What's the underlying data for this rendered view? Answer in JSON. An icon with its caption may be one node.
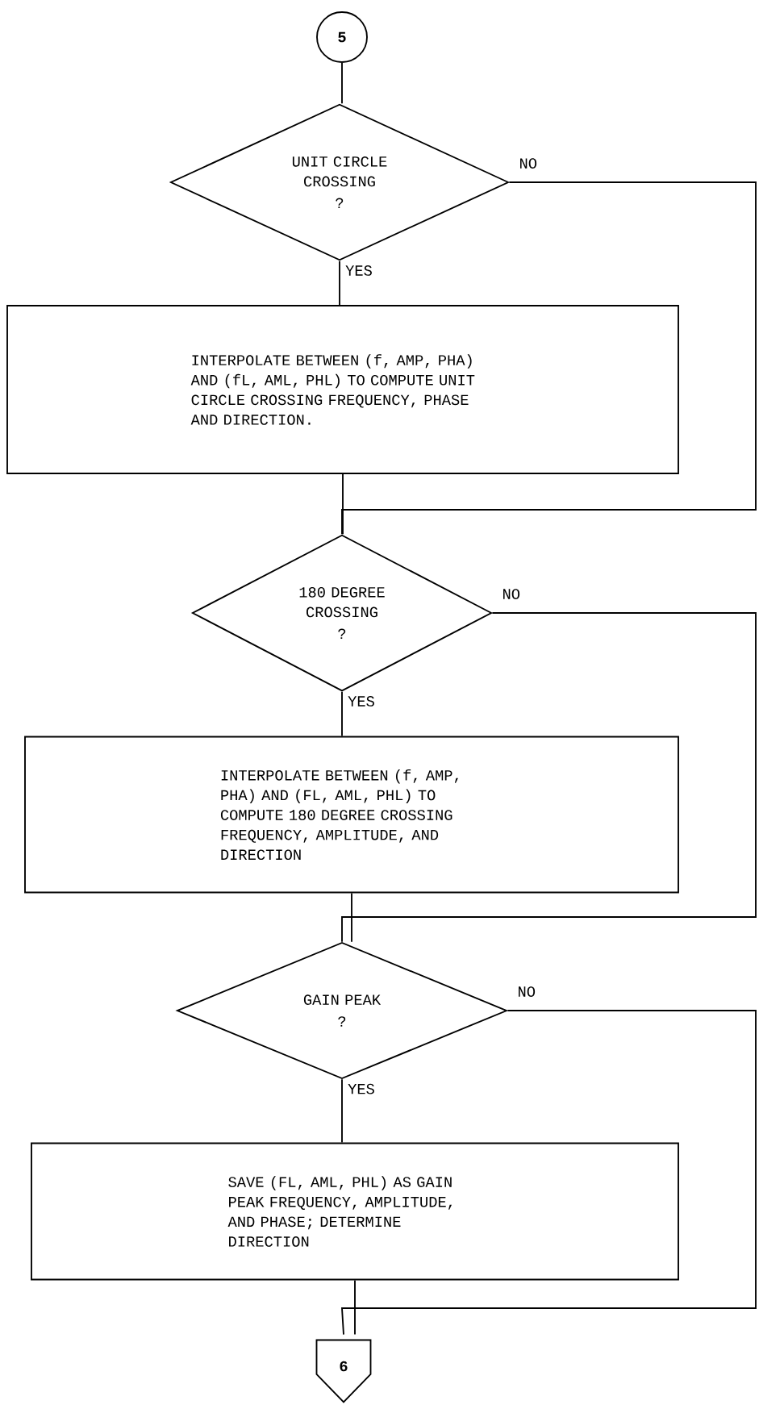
{
  "diagram": {
    "nodes": [
      {
        "text": [
          "5"
        ]
      },
      {
        "text": [
          "UNIT CIRCLE CROSSING",
          "?"
        ]
      },
      {
        "text": [
          "INTERPOLATE BETWEEN (f, AMP, PHA) AND (fL, AML, PHL) TO COMPUTE UNIT CIRCLE CROSSING FREQUENCY, PHASE AND DIRECTION."
        ]
      },
      {
        "text": [
          "180 DEGREE CROSSING",
          "?"
        ]
      },
      {
        "text": [
          "INTERPOLATE BETWEEN (f, AMP, PHA) AND (FL, AML, PHL) TO COMPUTE 180 DEGREE CROSSING FREQUENCY, AMPLITUDE, AND DIRECTION"
        ]
      },
      {
        "text": [
          "GAIN PEAK",
          "?"
        ]
      },
      {
        "text": [
          "SAVE (FL, AML, PHL) AS GAIN PEAK FREQUENCY, AMPLITUDE, AND PHASE; DETERMINE DIRECTION"
        ]
      },
      {
        "text": [
          "6"
        ]
      }
    ],
    "edges": [
      {
        "from": 0,
        "to": 1,
        "arrow": "none"
      },
      {
        "from": 1,
        "to": 2,
        "arrow": "none",
        "label": "YES"
      },
      {
        "from": 1,
        "to": 3,
        "arrow": "none",
        "label": "NO"
      },
      {
        "from": 2,
        "to": 3,
        "arrow": "none"
      },
      {
        "from": 3,
        "to": 4,
        "arrow": "none",
        "label": "YES"
      },
      {
        "from": 3,
        "to": 5,
        "arrow": "none",
        "label": "NO"
      },
      {
        "from": 4,
        "to": 5,
        "arrow": "none"
      },
      {
        "from": 5,
        "to": 6,
        "arrow": "none",
        "label": "YES"
      },
      {
        "from": 5,
        "to": 7,
        "arrow": "none",
        "label": "NO"
      },
      {
        "from": 6,
        "to": 7,
        "arrow": "none"
      }
    ]
  }
}
